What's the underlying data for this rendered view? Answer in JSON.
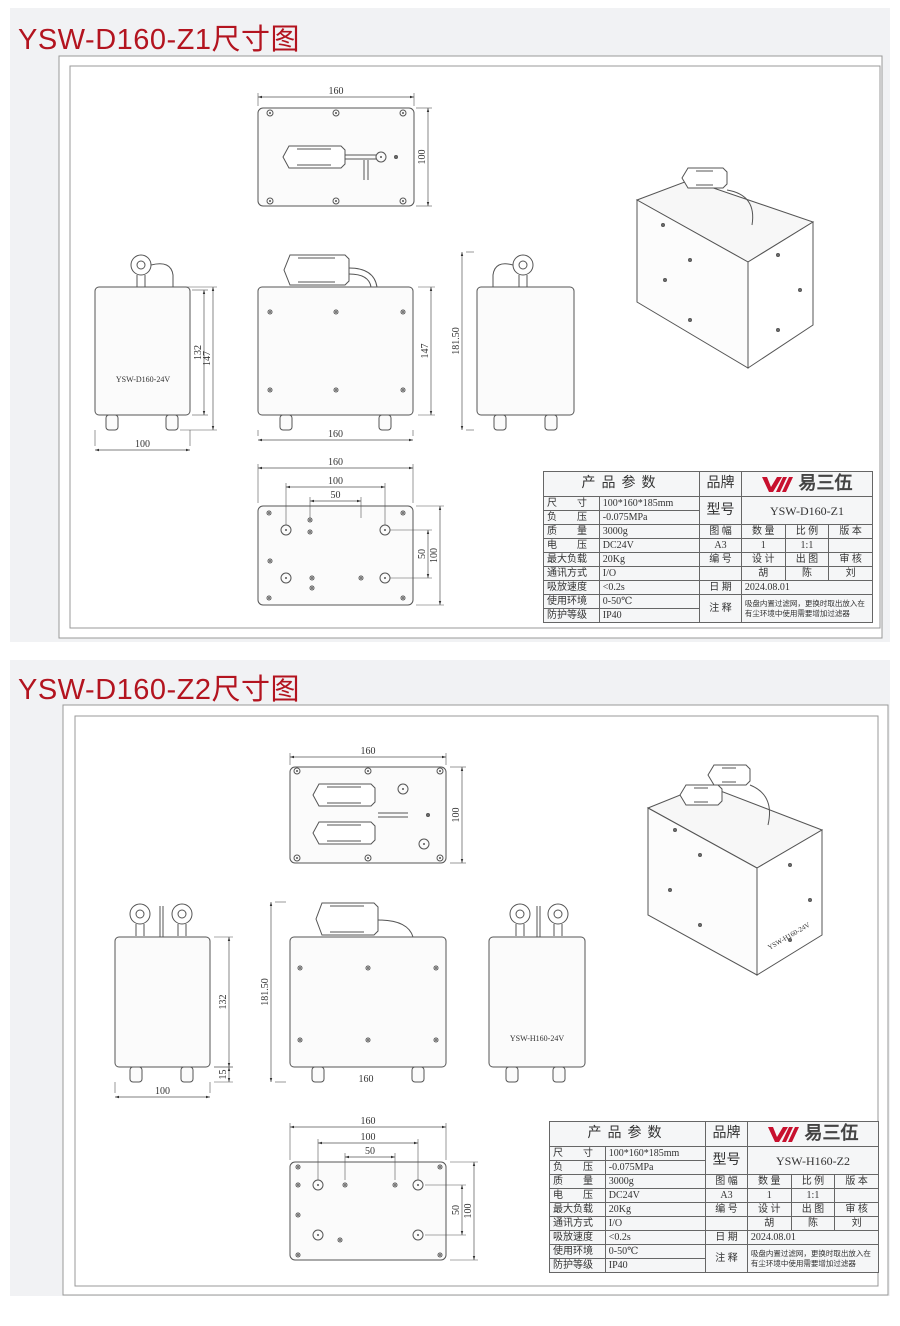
{
  "colors": {
    "title": "#b3141f",
    "brand": "#c8102e",
    "panel_bg": "#f1f2f4"
  },
  "panels": [
    {
      "title": "YSW-D160-Z1尺寸图",
      "device_label": "YSW-D160-24V",
      "dims": {
        "top_w": "160",
        "top_h": "100",
        "left_w": "100",
        "left_h1": "132",
        "left_h2": "147",
        "front_w": "160",
        "front_h": "147",
        "right_h": "181.50",
        "bottom_w": "160",
        "bottom_w2": "100",
        "bottom_w3": "50",
        "bottom_h1": "50",
        "bottom_h2": "100"
      },
      "table": {
        "header": "产品参数",
        "brand_label": "品牌",
        "brand_name": "易三伍",
        "model_label": "型号",
        "model": "YSW-D160-Z1",
        "params": [
          {
            "k": "尺　　寸",
            "v": "100*160*185mm"
          },
          {
            "k": "负　　压",
            "v": "-0.075MPa"
          },
          {
            "k": "质　　量",
            "v": "3000g"
          },
          {
            "k": "电　　压",
            "v": "DC24V"
          },
          {
            "k": "最大负载",
            "v": "20Kg"
          },
          {
            "k": "通讯方式",
            "v": "I/O"
          },
          {
            "k": "吸放速度",
            "v": "<0.2s"
          },
          {
            "k": "使用环境",
            "v": "0-50℃"
          },
          {
            "k": "防护等级",
            "v": "IP40"
          }
        ],
        "r3": [
          "图 幅",
          "数 量",
          "比 例",
          "版 本"
        ],
        "r4": [
          "A3",
          "1",
          "1:1",
          ""
        ],
        "r5": [
          "编 号",
          "设 计",
          "出 图",
          "审 核"
        ],
        "r6": [
          "",
          "胡",
          "陈",
          "刘"
        ],
        "date_label": "日 期",
        "date": "2024.08.01",
        "note_label": "注 释",
        "note": "吸盘内置过滤网，更换时取出放入在有尘环境中使用需要增加过滤器"
      }
    },
    {
      "title": "YSW-D160-Z2尺寸图",
      "device_label": "YSW-H160-24V",
      "dims": {
        "top_w": "160",
        "top_h": "100",
        "left_w": "100",
        "left_h1": "132",
        "left_h2": "15",
        "front_w": "160",
        "front_h": "181.50",
        "right_h": "",
        "bottom_w": "160",
        "bottom_w2": "100",
        "bottom_w3": "50",
        "bottom_h1": "50",
        "bottom_h2": "100"
      },
      "table": {
        "header": "产品参数",
        "brand_label": "品牌",
        "brand_name": "易三伍",
        "model_label": "型号",
        "model": "YSW-H160-Z2",
        "params": [
          {
            "k": "尺　　寸",
            "v": "100*160*185mm"
          },
          {
            "k": "负　　压",
            "v": "-0.075MPa"
          },
          {
            "k": "质　　量",
            "v": "3000g"
          },
          {
            "k": "电　　压",
            "v": "DC24V"
          },
          {
            "k": "最大负载",
            "v": "20Kg"
          },
          {
            "k": "通讯方式",
            "v": "I/O"
          },
          {
            "k": "吸放速度",
            "v": "<0.2s"
          },
          {
            "k": "使用环境",
            "v": "0-50℃"
          },
          {
            "k": "防护等级",
            "v": "IP40"
          }
        ],
        "r3": [
          "图 幅",
          "数 量",
          "比 例",
          "版 本"
        ],
        "r4": [
          "A3",
          "1",
          "1:1",
          ""
        ],
        "r5": [
          "编 号",
          "设 计",
          "出 图",
          "审 核"
        ],
        "r6": [
          "",
          "胡",
          "陈",
          "刘"
        ],
        "date_label": "日 期",
        "date": "2024.08.01",
        "note_label": "注 释",
        "note": "吸盘内置过滤网，更换时取出放入在有尘环境中使用需要增加过滤器"
      }
    }
  ]
}
